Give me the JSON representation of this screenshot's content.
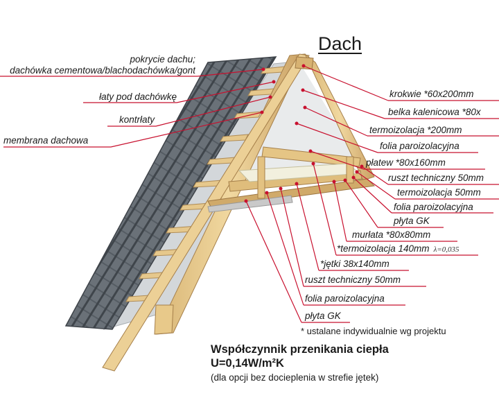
{
  "title": "Dach",
  "labels_left": [
    {
      "id": "pokrycie-1",
      "text": "pokrycie dachu;"
    },
    {
      "id": "pokrycie-2",
      "text": "dachówka cementowa/blachodachówka/gont"
    },
    {
      "id": "laty",
      "text": "łaty pod dachówkę"
    },
    {
      "id": "kontrlaty",
      "text": "kontrłaty"
    },
    {
      "id": "membrana",
      "text": "membrana dachowa"
    }
  ],
  "labels_right": [
    {
      "id": "krokwie",
      "text": "krokwie *60x200mm"
    },
    {
      "id": "belka-kalenicowa",
      "text": "belka kalenicowa *80x"
    },
    {
      "id": "termoizolacja-200",
      "text": "termoizolacja *200mm"
    },
    {
      "id": "folia-1",
      "text": "folia paroizolacyjna"
    },
    {
      "id": "platew",
      "text": "płatew *80x160mm"
    },
    {
      "id": "ruszt-1",
      "text": "ruszt techniczny 50mm"
    },
    {
      "id": "termoizolacja-50",
      "text": "termoizolacja 50mm"
    },
    {
      "id": "folia-2",
      "text": "folia paroizolacyjna"
    },
    {
      "id": "plyta-1",
      "text": "płyta GK"
    },
    {
      "id": "murlata",
      "text": "murłata *80x80mm"
    },
    {
      "id": "termoizolacja-140",
      "text": "*termoizolacja 140mm",
      "extra": "λ=0,035"
    },
    {
      "id": "jetki",
      "text": "*jętki 38x140mm"
    },
    {
      "id": "ruszt-2",
      "text": "ruszt techniczny 50mm"
    },
    {
      "id": "folia-3",
      "text": "folia paroizolacyjna"
    },
    {
      "id": "plyta-2",
      "text": "płyta GK"
    }
  ],
  "note": "* ustalane indywidualnie wg projektu",
  "coefficient": {
    "line1": "Współczynnik przenikania ciepła",
    "line2": "U=0,14W/m²K",
    "line3": "(dla opcji bez docieplenia w strefie jętek)"
  },
  "colors": {
    "leader": "#c8102e",
    "wood": "#e8c98a",
    "wood_dark": "#b8905a",
    "tile": "#6e757c",
    "tile_dark": "#454b52",
    "membrane": "#cfd3d6",
    "insulation": "#eef0f1"
  }
}
